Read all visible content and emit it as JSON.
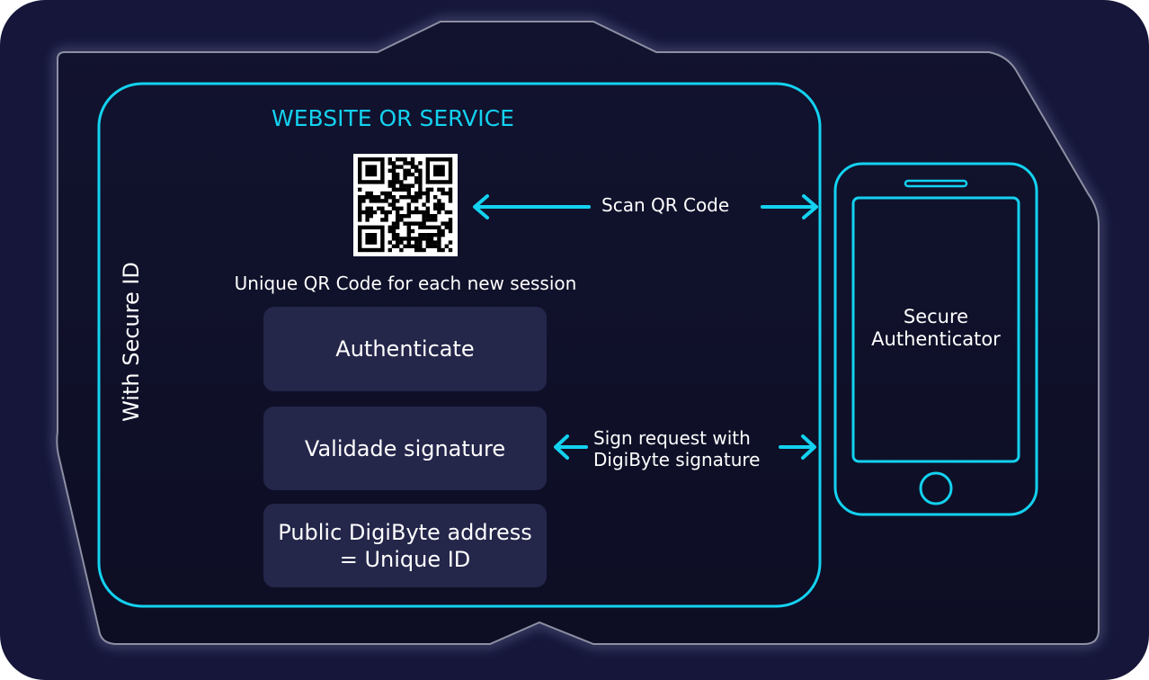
{
  "colors": {
    "outer_bg": "#15163a",
    "panel_bg": "#0f1029",
    "panel_border": "#8d8fa3",
    "accent": "#13d2f0",
    "button_bg": "#24264a",
    "text": "#ffffff"
  },
  "website": {
    "title": "WEBSITE OR SERVICE",
    "side_label": "With Secure ID",
    "qr_caption": "Unique QR Code for each new session",
    "steps": [
      {
        "label": "Authenticate"
      },
      {
        "label": "Validade signature"
      },
      {
        "label_line1": "Public DigiByte address",
        "label_line2": "= Unique ID"
      }
    ]
  },
  "arrows": {
    "scan": "Scan QR Code",
    "sign_line1": "Sign request with",
    "sign_line2": "DigiByte signature"
  },
  "phone": {
    "label_line1": "Secure",
    "label_line2": "Authenticator",
    "icon": "smartphone-icon"
  },
  "qr": {
    "icon": "qr-code-icon"
  }
}
